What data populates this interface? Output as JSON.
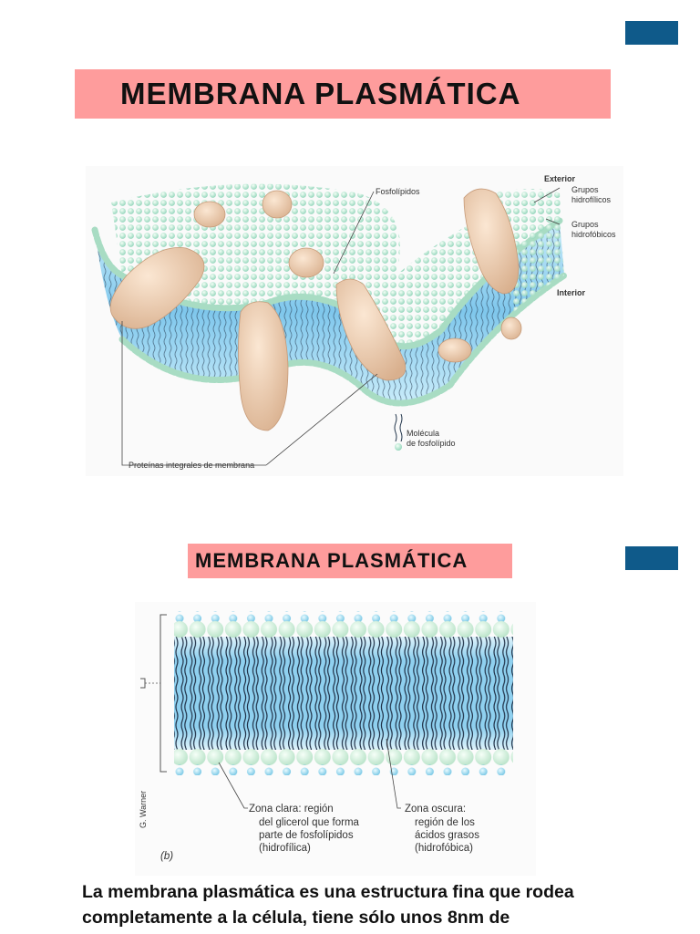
{
  "slide1": {
    "title": "MEMBRANA PLASMÁTICA",
    "labels": {
      "phospholipids": "Fosfolípidos",
      "exterior": "Exterior",
      "hydrophilic_1": "Grupos",
      "hydrophilic_2": "hidrofílicos",
      "hydrophobic_1": "Grupos",
      "hydrophobic_2": "hidrofóbicos",
      "interior": "Interior",
      "molecule_1": "Molécula",
      "molecule_2": "de fosfolípido",
      "proteins": "Proteínas integrales de membrana"
    }
  },
  "slide2": {
    "title": "MEMBRANA PLASMÁTICA",
    "labels": {
      "clear_zone": [
        "Zona clara: región",
        "del glicerol que forma",
        "parte de fosfolípidos",
        "(hidrofílica)"
      ],
      "dark_zone": [
        "Zona oscura:",
        "región de los",
        "ácidos grasos",
        "(hidrofóbica)"
      ],
      "panel": "(b)",
      "credit": "G. Warner"
    },
    "body_text": "La membrana plasmática es una estructura fina que rodea completamente a la célula, tiene sólo unos 8nm de"
  },
  "colors": {
    "accent": "#0f5a8a",
    "title_bg": "#fe9c9c",
    "lipid_head": "#c7ead2",
    "membrane_core": "#8fd0ef",
    "protein": "#f2d2b4"
  }
}
